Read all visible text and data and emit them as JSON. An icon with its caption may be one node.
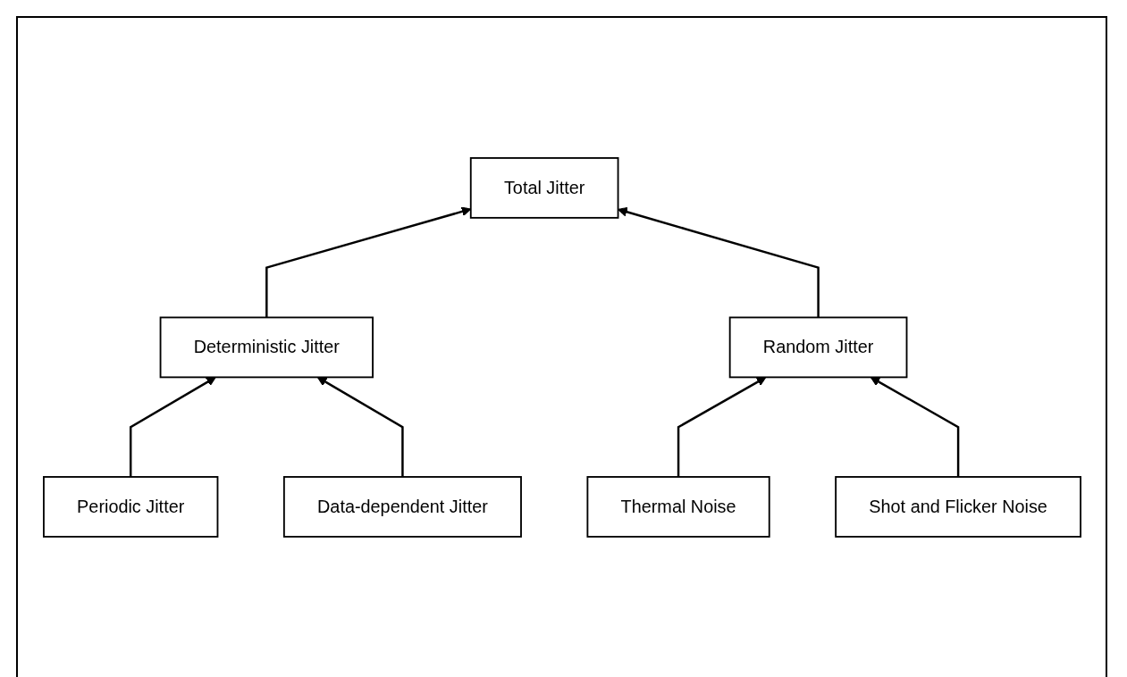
{
  "diagram": {
    "nodes": [
      {
        "text": [
          "Total Jitter"
        ]
      },
      {
        "text": [
          "Deterministic Jitter"
        ]
      },
      {
        "text": [
          "Random Jitter"
        ]
      },
      {
        "text": [
          "Periodic Jitter"
        ]
      },
      {
        "text": [
          "Data-dependent Jitter"
        ]
      },
      {
        "text": [
          "Thermal Noise"
        ]
      },
      {
        "text": [
          "Shot and Flicker Noise"
        ]
      }
    ],
    "edges": [
      {
        "from": 1,
        "to": 0,
        "arrow": "to"
      },
      {
        "from": 2,
        "to": 0,
        "arrow": "to"
      },
      {
        "from": 3,
        "to": 1,
        "arrow": "to"
      },
      {
        "from": 4,
        "to": 1,
        "arrow": "to"
      },
      {
        "from": 5,
        "to": 2,
        "arrow": "to"
      },
      {
        "from": 6,
        "to": 2,
        "arrow": "to"
      }
    ]
  }
}
